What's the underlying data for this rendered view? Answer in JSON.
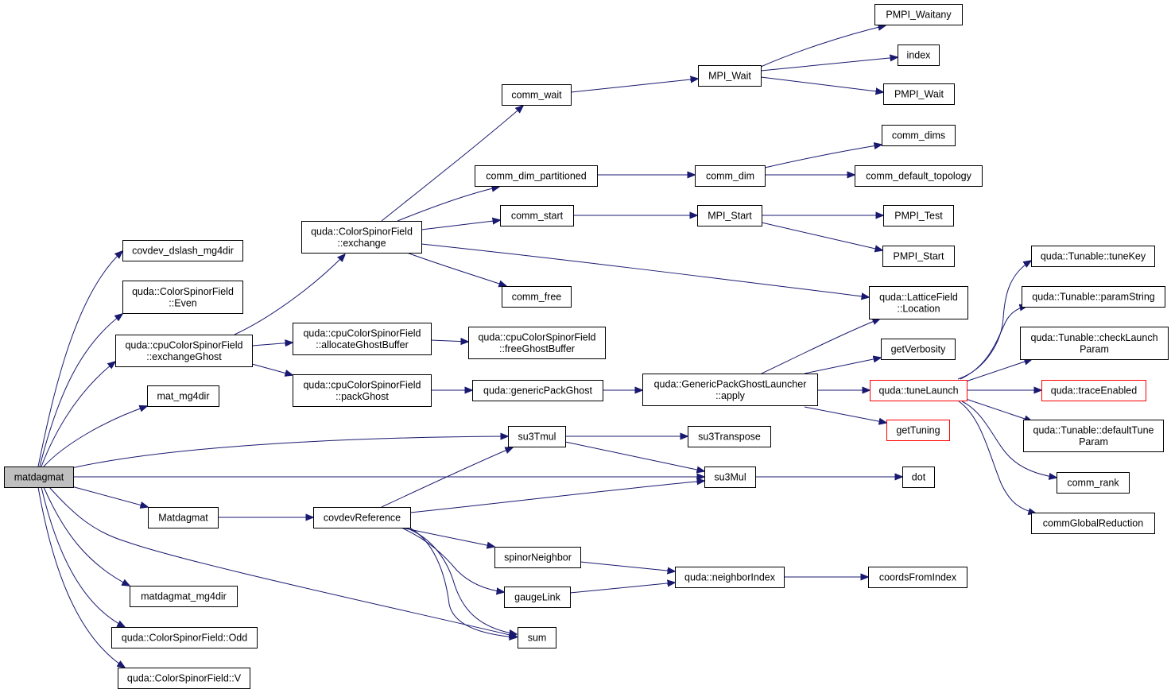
{
  "nodes": {
    "matdagmat": [
      "matdagmat"
    ],
    "covdev_dslash_mg4dir": [
      "covdev_dslash_mg4dir"
    ],
    "csf_even": [
      "quda::ColorSpinorField",
      "::Even"
    ],
    "cpu_exchangeGhost": [
      "quda::cpuColorSpinorField",
      "::exchangeGhost"
    ],
    "mat_mg4dir": [
      "mat_mg4dir"
    ],
    "Matdagmat": [
      "Matdagmat"
    ],
    "matdagmat_mg4dir": [
      "matdagmat_mg4dir"
    ],
    "csf_odd": [
      "quda::ColorSpinorField::Odd"
    ],
    "csf_v": [
      "quda::ColorSpinorField::V"
    ],
    "csf_exchange": [
      "quda::ColorSpinorField",
      "::exchange"
    ],
    "cpu_allocateGhostBuffer": [
      "quda::cpuColorSpinorField",
      "::allocateGhostBuffer"
    ],
    "cpu_packGhost": [
      "quda::cpuColorSpinorField",
      "::packGhost"
    ],
    "covdevReference": [
      "covdevReference"
    ],
    "comm_wait": [
      "comm_wait"
    ],
    "comm_dim_partitioned": [
      "comm_dim_partitioned"
    ],
    "comm_start": [
      "comm_start"
    ],
    "comm_free": [
      "comm_free"
    ],
    "cpu_freeGhostBuffer": [
      "quda::cpuColorSpinorField",
      "::freeGhostBuffer"
    ],
    "genericPackGhost": [
      "quda::genericPackGhost"
    ],
    "su3Tmul": [
      "su3Tmul"
    ],
    "spinorNeighbor": [
      "spinorNeighbor"
    ],
    "gaugeLink": [
      "gaugeLink"
    ],
    "sum": [
      "sum"
    ],
    "MPI_Wait": [
      "MPI_Wait"
    ],
    "comm_dim": [
      "comm_dim"
    ],
    "MPI_Start": [
      "MPI_Start"
    ],
    "gpgl_apply": [
      "quda::GenericPackGhostLauncher",
      "::apply"
    ],
    "su3Transpose": [
      "su3Transpose"
    ],
    "su3Mul": [
      "su3Mul"
    ],
    "neighborIndex": [
      "quda::neighborIndex"
    ],
    "PMPI_Waitany": [
      "PMPI_Waitany"
    ],
    "index": [
      "index"
    ],
    "PMPI_Wait": [
      "PMPI_Wait"
    ],
    "comm_dims": [
      "comm_dims"
    ],
    "comm_default_topology": [
      "comm_default_topology"
    ],
    "PMPI_Test": [
      "PMPI_Test"
    ],
    "PMPI_Start": [
      "PMPI_Start"
    ],
    "lf_location": [
      "quda::LatticeField",
      "::Location"
    ],
    "getVerbosity": [
      "getVerbosity"
    ],
    "tuneLaunch": [
      "quda::tuneLaunch"
    ],
    "getTuning": [
      "getTuning"
    ],
    "dot": [
      "dot"
    ],
    "coordsFromIndex": [
      "coordsFromIndex"
    ],
    "tuneKey": [
      "quda::Tunable::tuneKey"
    ],
    "paramString": [
      "quda::Tunable::paramString"
    ],
    "checkLaunchParam": [
      "quda::Tunable::checkLaunch",
      "Param"
    ],
    "traceEnabled": [
      "quda::traceEnabled"
    ],
    "defaultTuneParam": [
      "quda::Tunable::defaultTune",
      "Param"
    ],
    "comm_rank": [
      "comm_rank"
    ],
    "commGlobalReduction": [
      "commGlobalReduction"
    ]
  },
  "colors": {
    "edge": "#191970",
    "node_border": "#000000",
    "truncated_node_border": "#ff0000",
    "root_fill": "#bfbfbf",
    "node_fill": "#ffffff"
  }
}
